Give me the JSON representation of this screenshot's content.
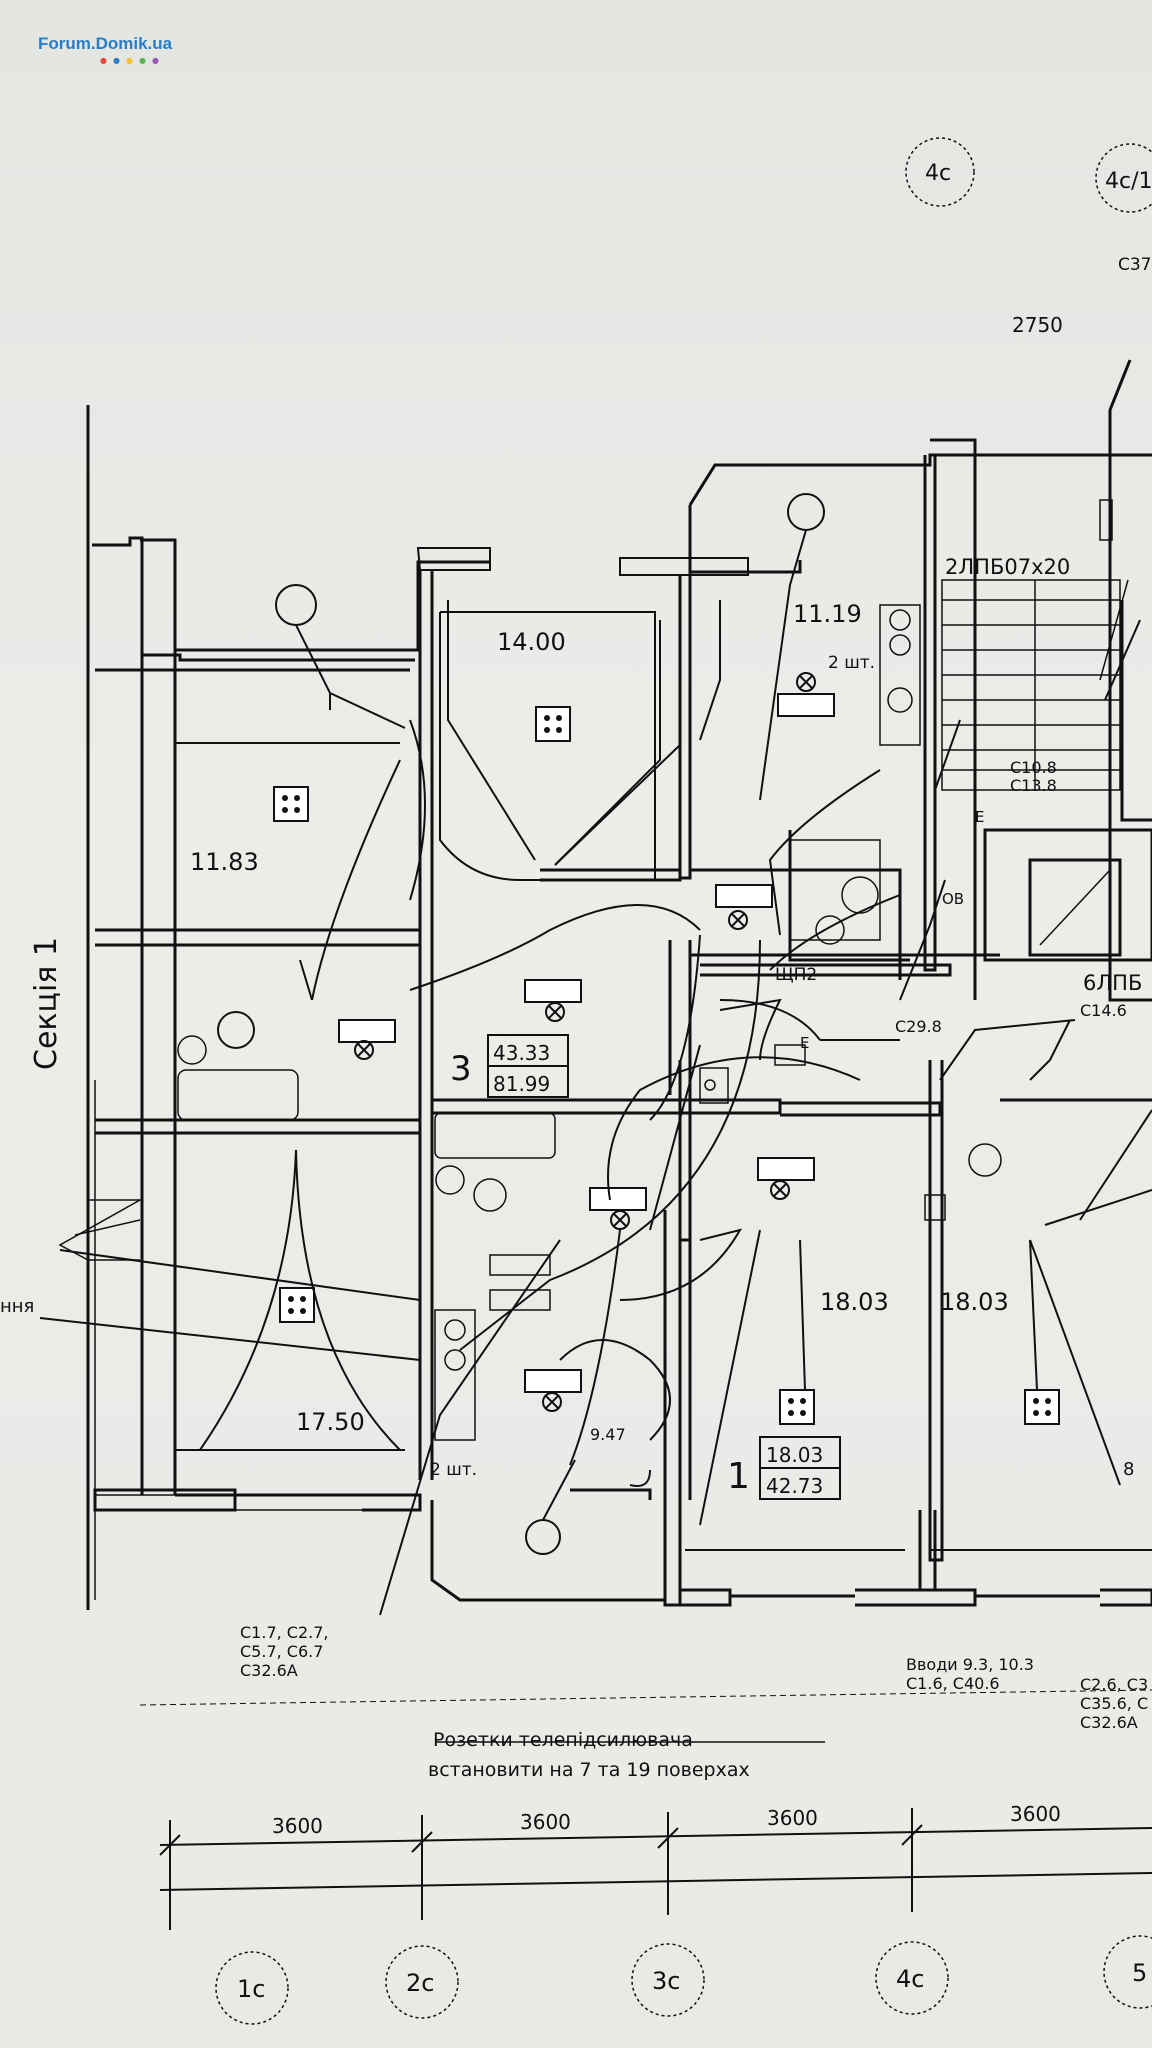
{
  "watermark": "Forum.Domik.ua",
  "colors": {
    "paper": "#e9eae6",
    "ink": "#111111",
    "watermark": "#2a7ec7"
  },
  "section_label": "Секція 1",
  "side_label": "ння",
  "top_axes": [
    "4с",
    "4с/1"
  ],
  "top_code": "С37",
  "top_dim": "2750",
  "stair_labels": [
    "2ЛПБ07х20",
    "6ЛПБ"
  ],
  "cable_codes": {
    "stair": [
      "С10.8",
      "С13.8"
    ],
    "panel": "ЩП2",
    "ov": "ОВ",
    "c29": "С29.8",
    "c14": "С14.6",
    "e1": "Е",
    "e2": "Е"
  },
  "room_areas": [
    "11.19",
    "14.00",
    "11.83",
    "17.50",
    "18.03",
    "18.03",
    "9.47",
    "8"
  ],
  "qty": [
    "2 шт.",
    "2 шт."
  ],
  "apartments": [
    {
      "number": "3",
      "living": "43.33",
      "total": "81.99"
    },
    {
      "number": "1",
      "living": "18.03",
      "total": "42.73"
    }
  ],
  "notes": {
    "left": [
      "С1.7, С2.7,",
      "С5.7, С6.7",
      "С32.6А"
    ],
    "mid": [
      "Вводи 9.3, 10.3",
      "С1.6, С40.6"
    ],
    "right": [
      "С2.6, С3",
      "С35.6, С",
      "С32.6А"
    ],
    "instruction": [
      "Розетки телепідсилювача",
      "встановити на 7 та 19 поверхах"
    ]
  },
  "dimensions": [
    "3600",
    "3600",
    "3600",
    "3600"
  ],
  "bottom_axes": [
    "1с",
    "2с",
    "3с",
    "4с",
    "5"
  ]
}
